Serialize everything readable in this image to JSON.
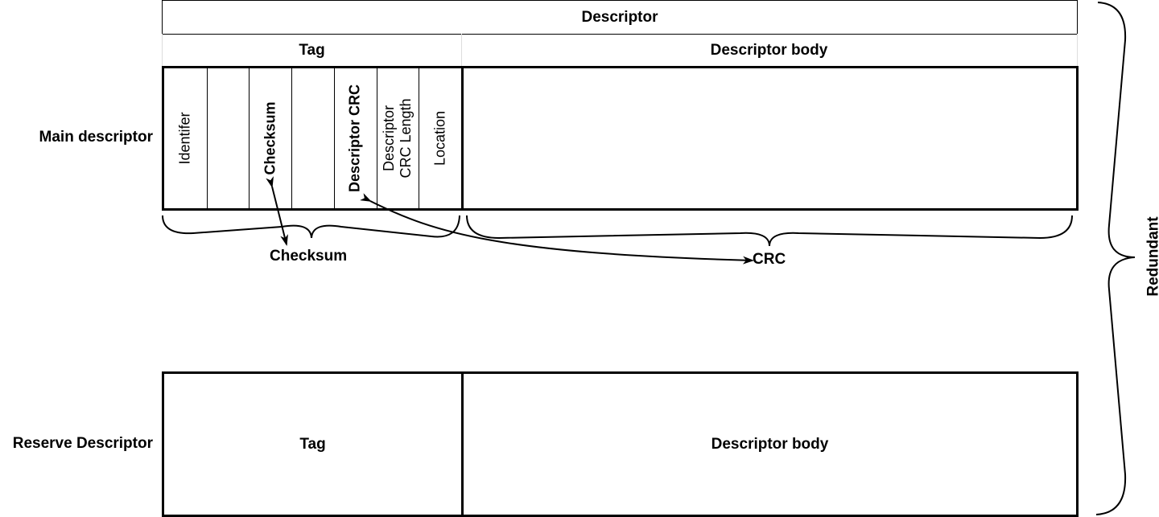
{
  "header": {
    "descriptor": "Descriptor",
    "tag": "Tag",
    "descriptor_body": "Descriptor body"
  },
  "main": {
    "label": "Main descriptor",
    "fields": [
      {
        "name": "identifier",
        "text": "Identifer",
        "bold": false
      },
      {
        "name": "blank-1",
        "text": "",
        "bold": false
      },
      {
        "name": "checksum",
        "text": "Checksum",
        "bold": true
      },
      {
        "name": "blank-2",
        "text": "",
        "bold": false
      },
      {
        "name": "descriptor-crc",
        "text": "Descriptor CRC",
        "bold": true
      },
      {
        "name": "descriptor-crc-length",
        "text": "Descriptor CRC Length",
        "bold": false
      },
      {
        "name": "location",
        "text": "Location",
        "bold": false
      }
    ]
  },
  "reserve": {
    "label": "Reserve Descriptor",
    "tag": "Tag",
    "descriptor_body": "Descriptor body"
  },
  "annotations": {
    "checksum": "Checksum",
    "crc": "CRC",
    "redundant": "Redundant"
  }
}
